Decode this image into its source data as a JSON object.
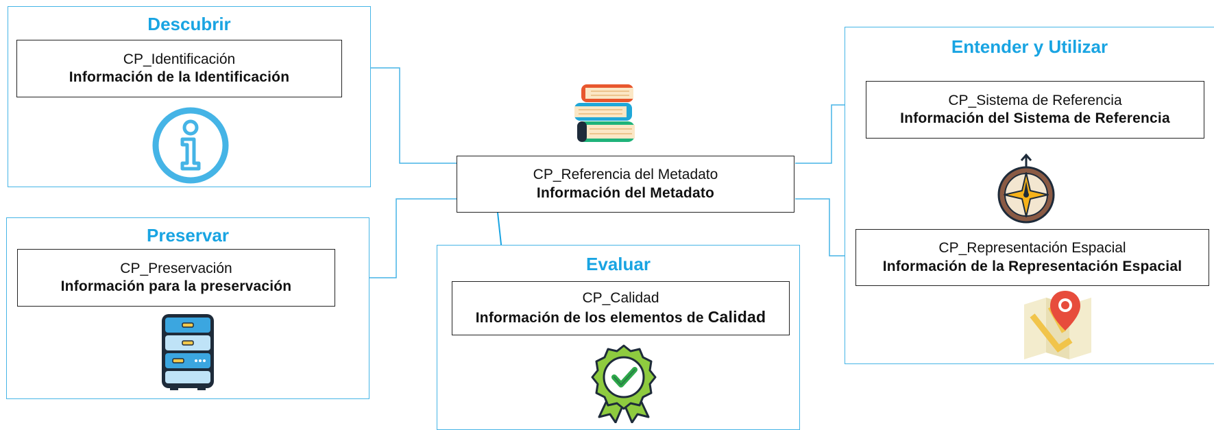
{
  "groups": {
    "descubrir": {
      "title": "Descubrir"
    },
    "preservar": {
      "title": "Preservar"
    },
    "evaluar": {
      "title": "Evaluar"
    },
    "entender": {
      "title": "Entender y Utilizar"
    }
  },
  "boxes": {
    "identificacion": {
      "code": "CP_Identificación",
      "info": "Información de la Identificación"
    },
    "preservacion": {
      "code": "CP_Preservación",
      "info": "Información para la preservación"
    },
    "metadato": {
      "code": "CP_Referencia del Metadato",
      "info": "Información del Metadato"
    },
    "calidad": {
      "code": "CP_Calidad",
      "info_part1": "Información de los elementos de ",
      "info_part2": "Calidad"
    },
    "referencia": {
      "code": "CP_Sistema de Referencia",
      "info": "Información del Sistema de Referencia"
    },
    "espacial": {
      "code": "CP_Representación Espacial",
      "info": "Información de la Representación Espacial"
    }
  },
  "icons": [
    "books-icon",
    "info-icon",
    "server-icon",
    "quality-badge-icon",
    "compass-icon",
    "map-pin-icon"
  ],
  "colors": {
    "accent": "#19a4e2",
    "border": "#45b4e6",
    "connector": "#45b4e6"
  }
}
